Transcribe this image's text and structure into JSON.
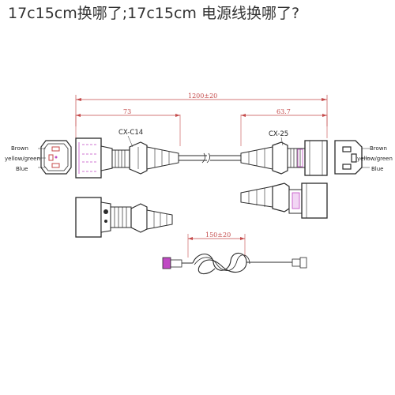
{
  "header": {
    "title": "17c15cm换哪了;17c15cm 电源线换哪了?"
  },
  "dimensions": {
    "total_length": "1200±20",
    "left_connector_length": "73",
    "right_connector_length": "63.7",
    "coil_length": "150±20"
  },
  "connectors": {
    "left_model": "CX-C14",
    "right_model": "CX-25"
  },
  "left_pinout": {
    "brown": "Brown",
    "yellow_green": "yellow/green",
    "blue": "Blue"
  },
  "right_pinout": {
    "brown": "Brown",
    "yellow_green": "yellow/green",
    "blue": "Blue"
  },
  "colors": {
    "dimension_red": "#c44a4a",
    "line_dark": "#2a2a2a",
    "accent_magenta": "#c04ac4"
  }
}
